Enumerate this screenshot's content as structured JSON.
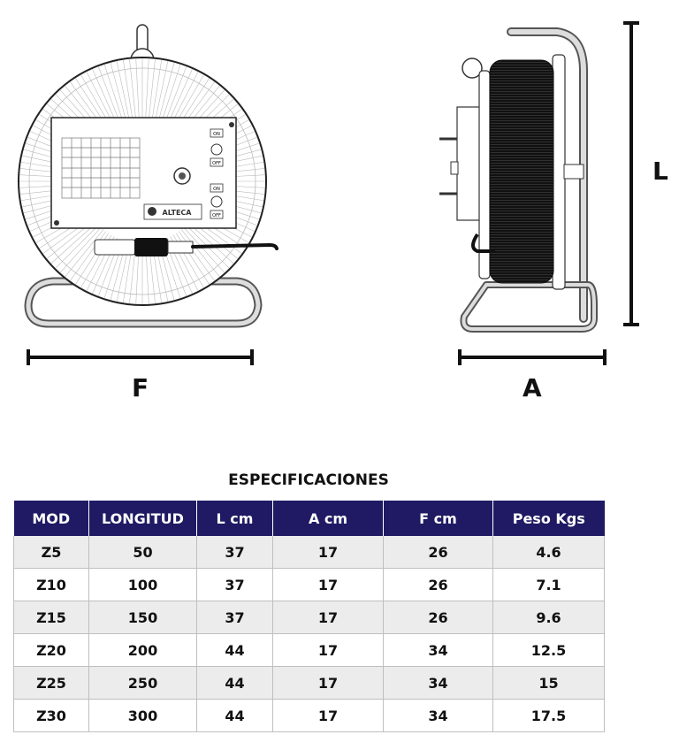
{
  "dimensions": {
    "width_label": "F",
    "depth_label": "A",
    "height_label": "L"
  },
  "front_panel": {
    "switch1_on": "ON",
    "switch1_off": "OFF",
    "switch2_on": "ON",
    "switch2_off": "OFF",
    "brand": "ALTECA"
  },
  "specs": {
    "title": "ESPECIFICACIONES",
    "headers": [
      "MOD",
      "LONGITUD",
      "L cm",
      "A cm",
      "F cm",
      "Peso Kgs"
    ],
    "rows": [
      [
        "Z5",
        "50",
        "37",
        "17",
        "26",
        "4.6"
      ],
      [
        "Z10",
        "100",
        "37",
        "17",
        "26",
        "7.1"
      ],
      [
        "Z15",
        "150",
        "37",
        "17",
        "26",
        "9.6"
      ],
      [
        "Z20",
        "200",
        "44",
        "17",
        "34",
        "12.5"
      ],
      [
        "Z25",
        "250",
        "44",
        "17",
        "34",
        "15"
      ],
      [
        "Z30",
        "300",
        "44",
        "17",
        "34",
        "17.5"
      ]
    ]
  },
  "colors": {
    "header_bg": "#1f1a63",
    "alt_row": "#ececec"
  }
}
